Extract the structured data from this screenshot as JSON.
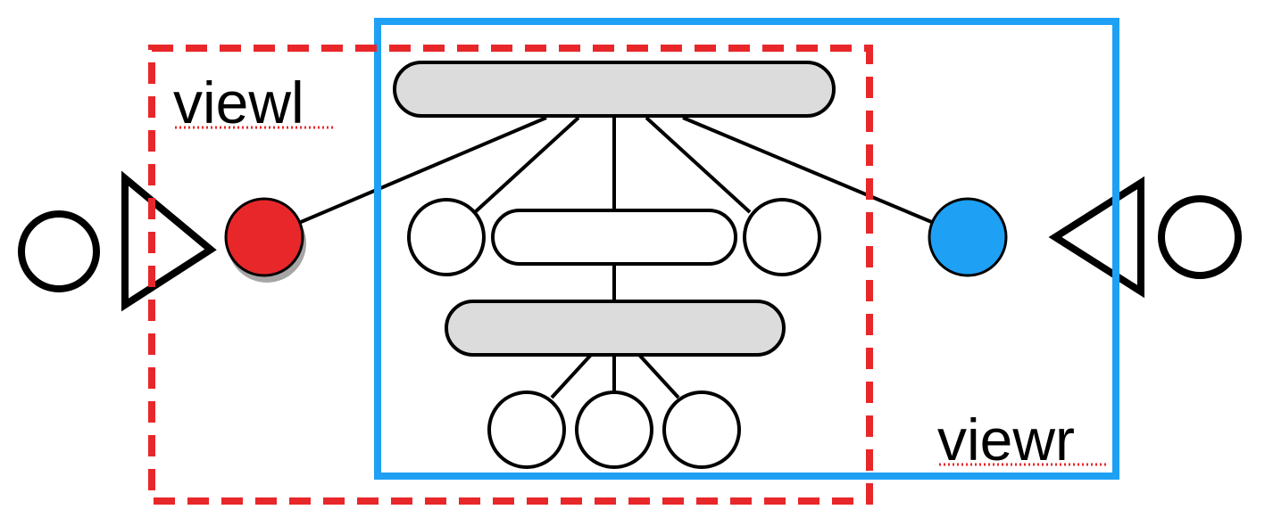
{
  "labels": {
    "left_view": "viewl",
    "right_view": "viewr"
  },
  "colors": {
    "left_view_box": "#e8272a",
    "right_view_box": "#1ea0f5",
    "left_node": "#e8272a",
    "right_node": "#1ea0f5",
    "gray_node": "#dcdcdd",
    "spellcheck_underline": "#e8272a",
    "stroke": "#000000"
  },
  "icons": {
    "left_endpoint": "triangle-right-with-circle",
    "right_endpoint": "triangle-left-with-circle"
  }
}
